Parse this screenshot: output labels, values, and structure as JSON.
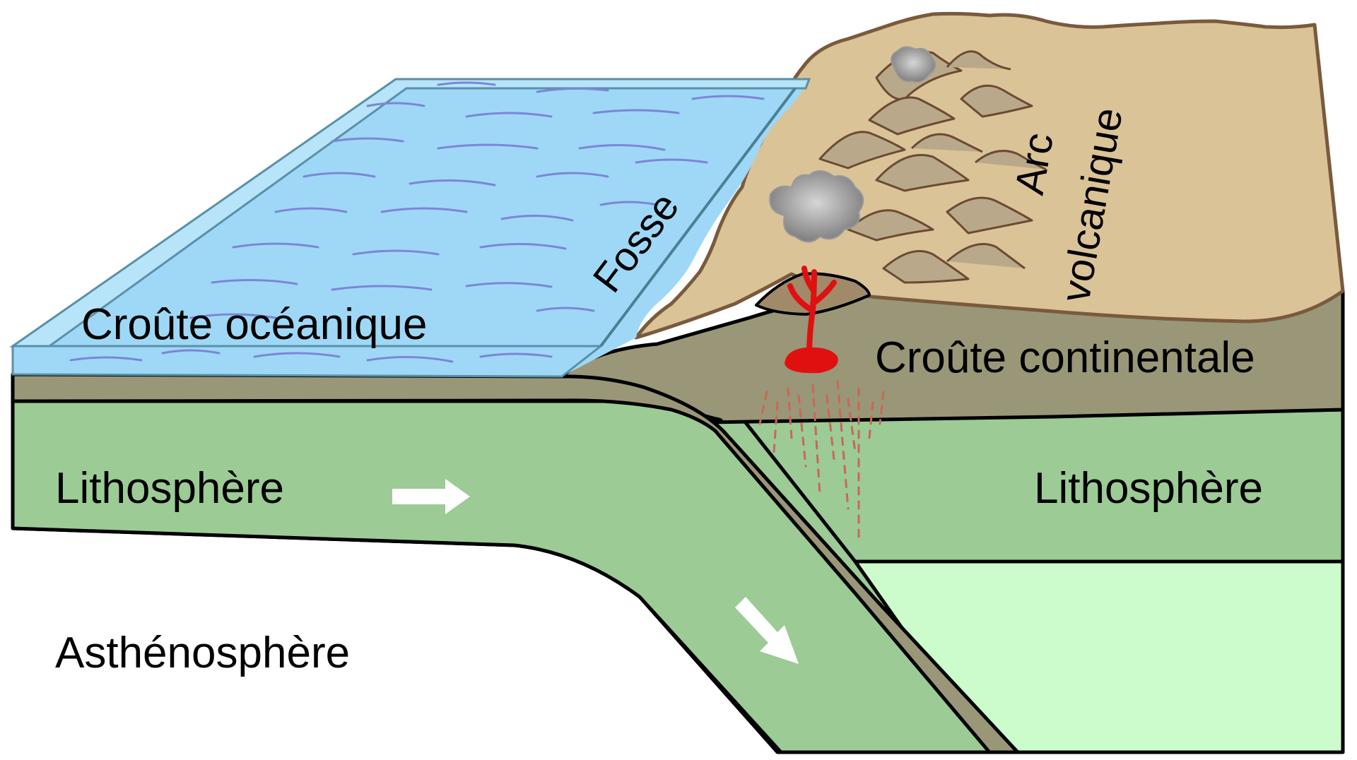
{
  "labels": {
    "oceanic_crust": "Croûte océanique",
    "trench": "Fosse",
    "volcanic_arc_line1": "Arc",
    "volcanic_arc_line2": "volcanique",
    "continental_crust": "Croûte continentale",
    "lithosphere_left": "Lithosphère",
    "lithosphere_right": "Lithosphère",
    "asthenosphere": "Asthénosphère"
  },
  "colors": {
    "ocean": "#9ed8f6",
    "ocean_edge": "#b7e4f8",
    "wave": "#7b86d8",
    "land": "#dbc398",
    "land_outline": "#7a5a3d",
    "crust": "#999777",
    "lithosphere": "#9ccb96",
    "asthenosphere": "#ccfccb",
    "magma": "#e01010",
    "melt_dashes": "#cc6655",
    "smoke": "#8a8a8a",
    "arrow": "#ffffff"
  }
}
